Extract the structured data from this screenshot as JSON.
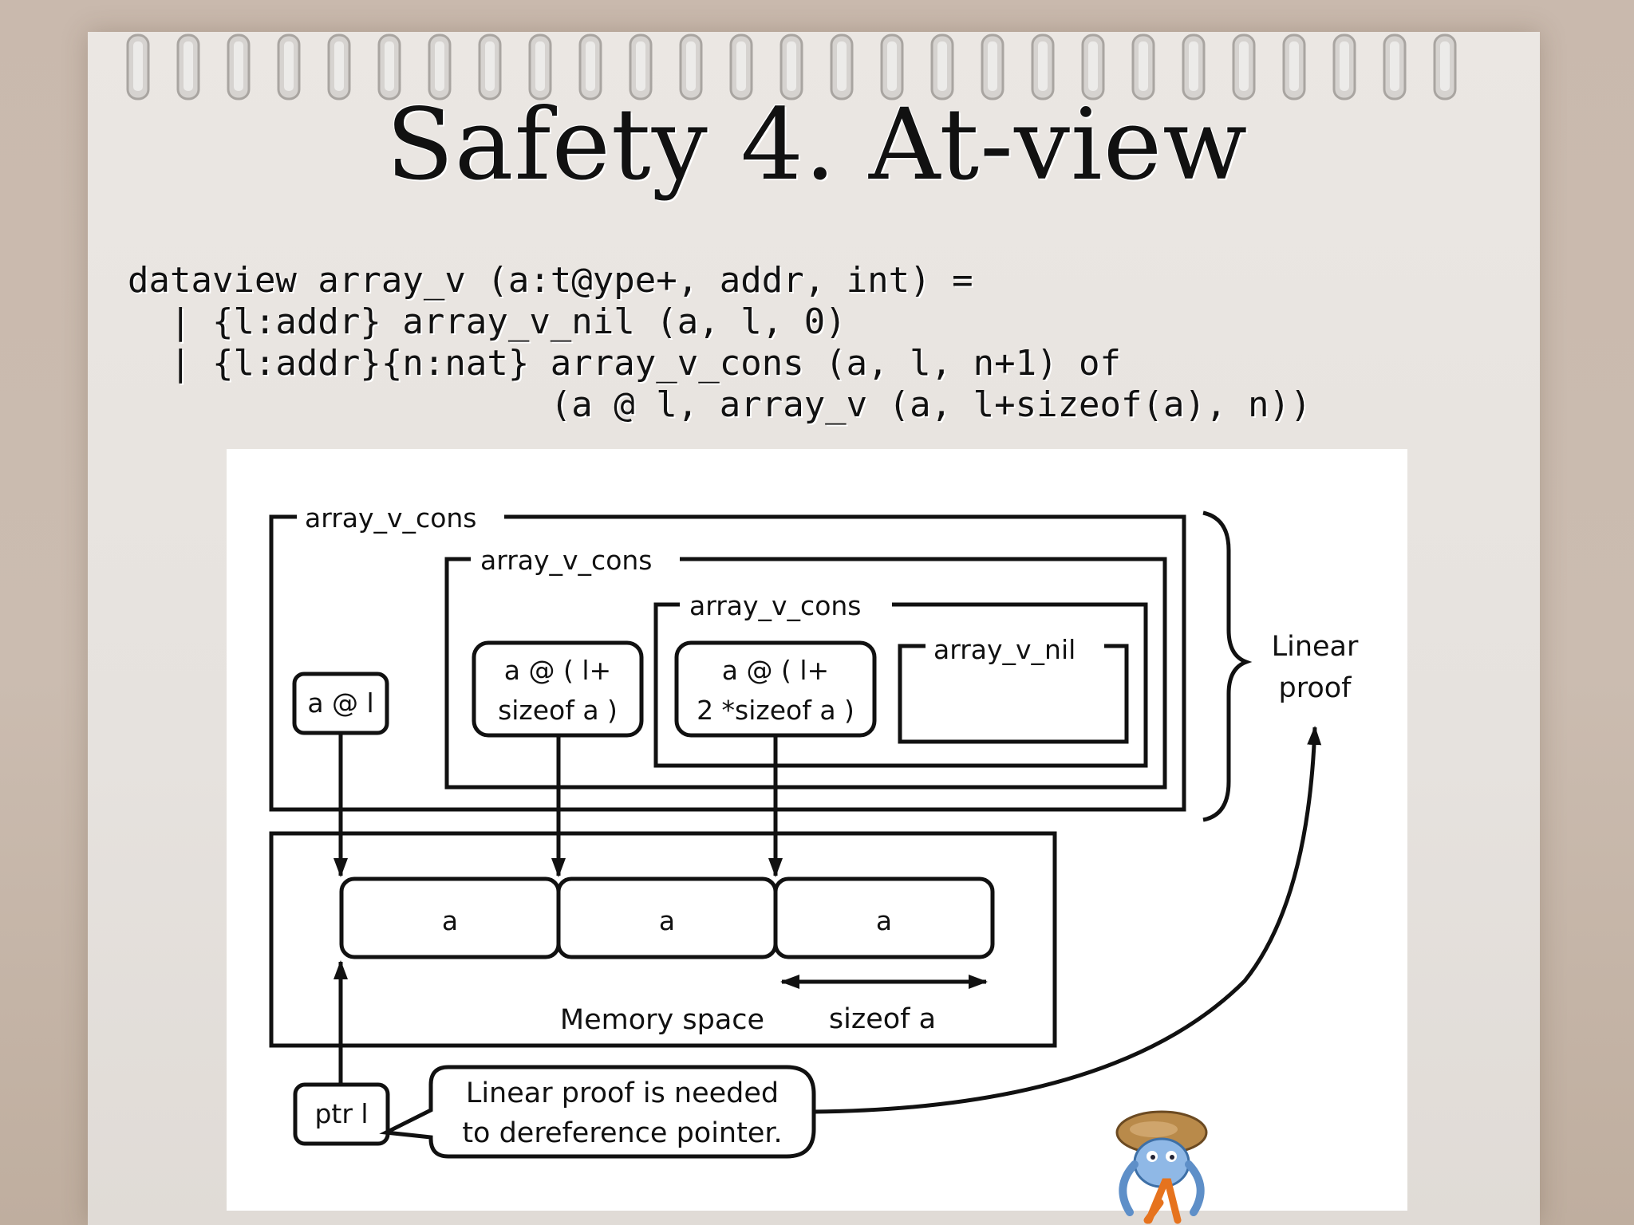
{
  "slide": {
    "title": "Safety 4. At-view",
    "code_lines": [
      "dataview array_v (a:t@ype+, addr, int) =",
      "  | {l:addr} array_v_nil (a, l, 0)",
      "  | {l:addr}{n:nat} array_v_cons (a, l, n+1) of",
      "                    (a @ l, array_v (a, l+sizeof(a), n))"
    ]
  },
  "diagram": {
    "cons_outer_label": "array_v_cons",
    "cons_middle_label": "array_v_cons",
    "cons_inner_label": "array_v_cons",
    "nil_label": "array_v_nil",
    "at_view_1": "a @ l",
    "at_view_2_line1": "a @ ( l+",
    "at_view_2_line2": "sizeof a )",
    "at_view_3_line1": "a @ ( l+",
    "at_view_3_line2": "2 *sizeof a )",
    "cell_1": "a",
    "cell_2": "a",
    "cell_3": "a",
    "memory_space_label": "Memory space",
    "sizeof_label": "sizeof a",
    "linear_proof_line1": "Linear",
    "linear_proof_line2": "proof",
    "pointer_label": "ptr l",
    "callout_line1": "Linear proof is needed",
    "callout_line2": "to dereference pointer."
  },
  "colors": {
    "ink": "#111111",
    "diagram_background": "#ffffff",
    "paper": "#e8e4e0"
  },
  "icons": {
    "mascot": "ats-lambda-crab-mascot"
  }
}
